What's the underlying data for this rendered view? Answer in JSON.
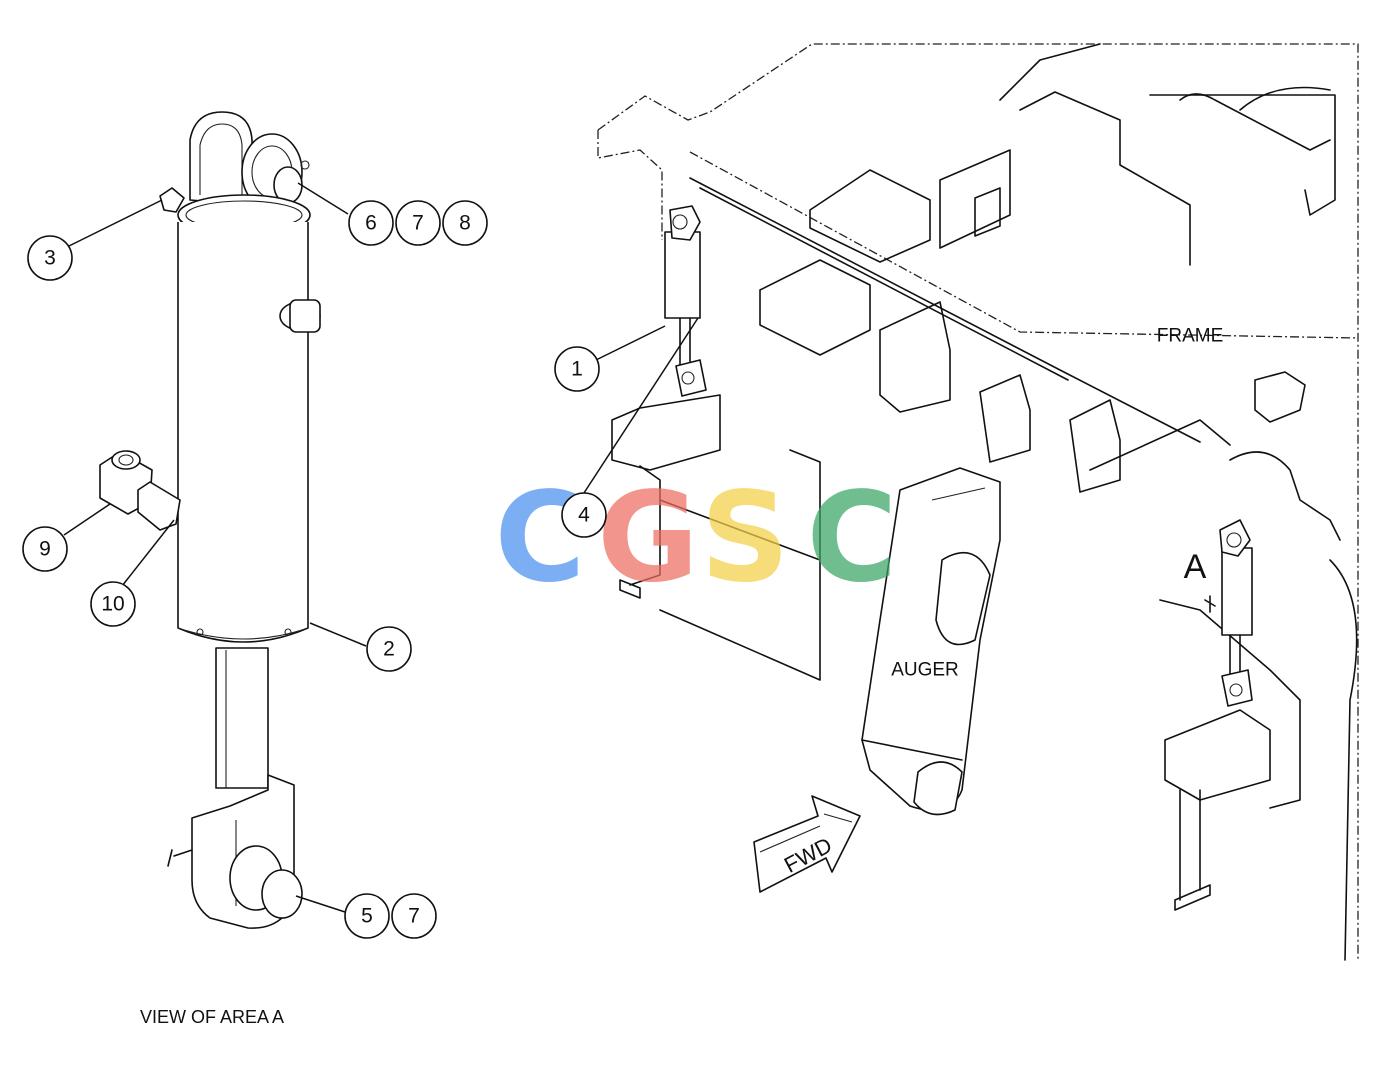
{
  "labels": {
    "frame": "FRAME",
    "auger": "AUGER",
    "fwd": "FWD",
    "area": "A",
    "view_caption": "VIEW OF AREA A"
  },
  "callouts": [
    "1",
    "2",
    "3",
    "4",
    "5",
    "6",
    "7",
    "7",
    "8",
    "9",
    "10"
  ],
  "watermark": {
    "letters": [
      "C",
      "G",
      "S",
      "C"
    ],
    "colors": [
      "#4a8ff0",
      "#ee6d62",
      "#f5cf47",
      "#3aa566"
    ]
  },
  "colors": {
    "line": "#111111",
    "background": "#ffffff"
  }
}
